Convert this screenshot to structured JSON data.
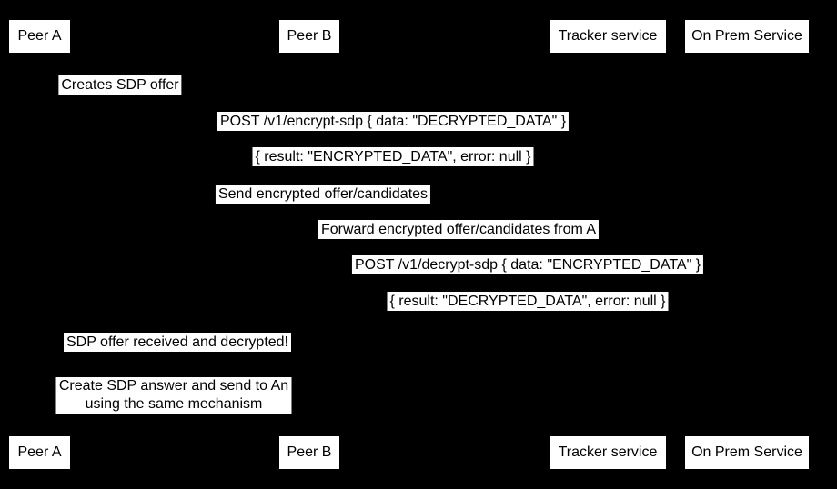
{
  "diagram": {
    "type": "sequence-diagram",
    "background_color": "#000000",
    "label_background_color": "#ffffff",
    "label_text_color": "#000000"
  },
  "participants": [
    {
      "label": "Peer A"
    },
    {
      "label": "Peer B"
    },
    {
      "label": "Tracker service"
    },
    {
      "label": "On Prem Service"
    }
  ],
  "notes": {
    "creates_offer": "Creates SDP offer",
    "offer_received": "SDP offer received and decrypted!",
    "create_answer_line1": "Create SDP answer and send to An",
    "create_answer_line2": "using the same mechanism"
  },
  "messages": {
    "encrypt_request": "POST /v1/encrypt-sdp { data: \"DECRYPTED_DATA\" }",
    "encrypt_response": "{ result: \"ENCRYPTED_DATA\", error: null }",
    "send_encrypted": "Send encrypted offer/candidates",
    "forward_encrypted": "Forward encrypted offer/candidates from A",
    "decrypt_request": "POST /v1/decrypt-sdp { data: \"ENCRYPTED_DATA\" }",
    "decrypt_response": "{ result: \"DECRYPTED_DATA\", error: null }"
  }
}
